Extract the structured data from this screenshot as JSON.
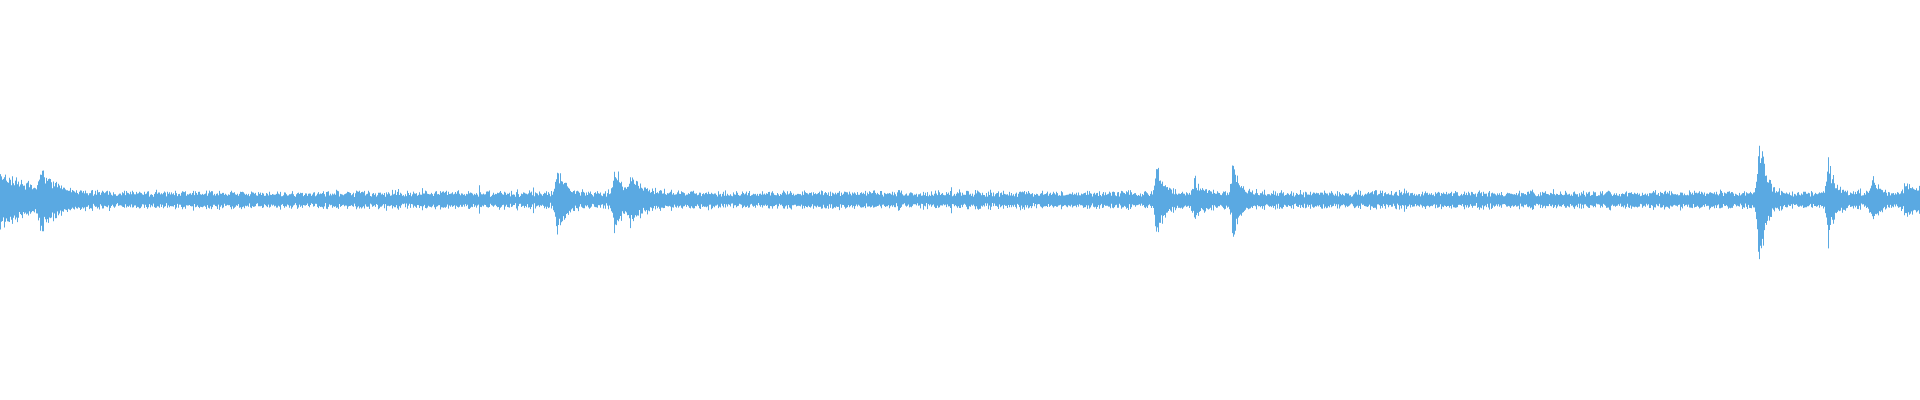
{
  "waveform": {
    "color": "#5aa9e2",
    "background": "#ffffff",
    "baseline_amplitude": 0.03,
    "noise_amplitude": 0.015,
    "bursts": [
      {
        "position": 0.0,
        "amplitude": 0.14,
        "decay": 0.015
      },
      {
        "position": 0.021,
        "amplitude": 0.16,
        "decay": 0.006
      },
      {
        "position": 0.29,
        "amplitude": 0.2,
        "decay": 0.004
      },
      {
        "position": 0.32,
        "amplitude": 0.17,
        "decay": 0.004
      },
      {
        "position": 0.328,
        "amplitude": 0.12,
        "decay": 0.006
      },
      {
        "position": 0.602,
        "amplitude": 0.2,
        "decay": 0.004
      },
      {
        "position": 0.622,
        "amplitude": 0.1,
        "decay": 0.004
      },
      {
        "position": 0.642,
        "amplitude": 0.22,
        "decay": 0.003
      },
      {
        "position": 0.916,
        "amplitude": 0.43,
        "decay": 0.003
      },
      {
        "position": 0.952,
        "amplitude": 0.24,
        "decay": 0.003
      },
      {
        "position": 0.975,
        "amplitude": 0.11,
        "decay": 0.003
      },
      {
        "position": 0.992,
        "amplitude": 0.06,
        "decay": 0.01
      }
    ]
  }
}
